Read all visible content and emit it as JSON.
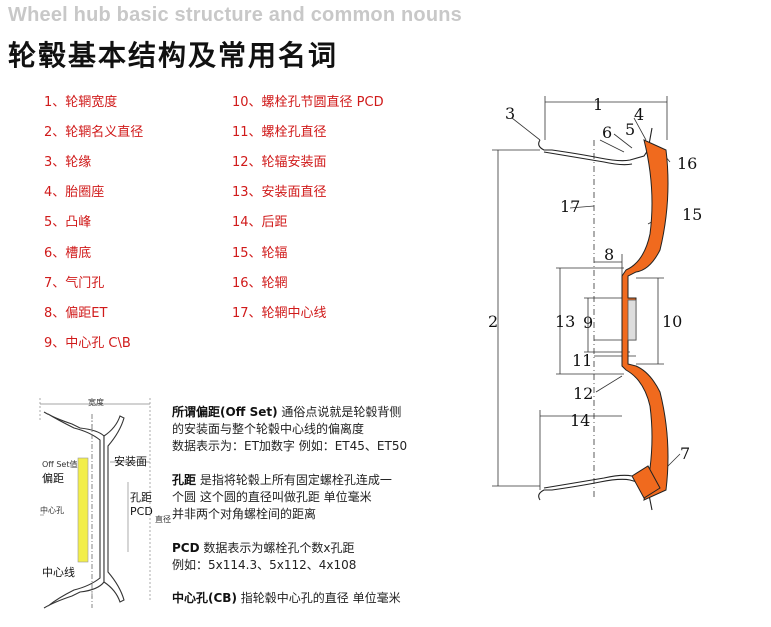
{
  "header": {
    "title_en": "Wheel hub basic structure and common nouns",
    "title_cn": "轮毂基本结构及常用名词"
  },
  "terms_left": [
    "1、轮辋宽度",
    "2、轮辋名义直径",
    "3、轮缘",
    "4、胎圈座",
    "5、凸峰",
    "6、槽底",
    "7、气门孔",
    "8、偏距ET",
    "9、中心孔 C\\B"
  ],
  "terms_right": [
    "10、螺栓孔节圆直径 PCD",
    "11、螺栓孔直径",
    "12、轮辐安装面",
    "13、安装面直径",
    "14、后距",
    "15、轮辐",
    "16、轮辋",
    "17、轮辋中心线"
  ],
  "part_labels": [
    "1",
    "2",
    "3",
    "4",
    "5",
    "6",
    "7",
    "8",
    "9",
    "10",
    "11",
    "12",
    "13",
    "14",
    "15",
    "16",
    "17"
  ],
  "small_diagram": {
    "width_label": "宽度",
    "offset_label": "Off Set值",
    "offset_cn": "偏距",
    "mount_face": "安装面",
    "center_hole": "中心孔",
    "pcd_cn": "孔距",
    "pcd": "PCD",
    "diameter": "直径",
    "centerline": "中心线"
  },
  "definitions": [
    {
      "title": "所谓偏距(Off Set)",
      "lines": [
        " 通俗点说就是轮毂背侧",
        "的安装面与整个轮毂中心线的偏离度",
        "数据表示为：ET加数字  例如：ET45、ET50"
      ]
    },
    {
      "title": "孔距",
      "lines": [
        " 是指将轮毂上所有固定螺栓孔连成一",
        "个圆  这个圆的直径叫做孔距  单位毫米",
        "并非两个对角螺栓间的距离"
      ]
    },
    {
      "title": "PCD",
      "lines": [
        " 数据表示为螺栓孔个数x孔距",
        "例如：5x114.3、5x112、4x108"
      ]
    },
    {
      "title": "中心孔(CB)",
      "lines": [
        " 指轮毂中心孔的直径  单位毫米"
      ]
    }
  ],
  "colors": {
    "accent": "#f06a1e",
    "term_red": "#d01a1a",
    "highlight": "#f2ee4a"
  }
}
